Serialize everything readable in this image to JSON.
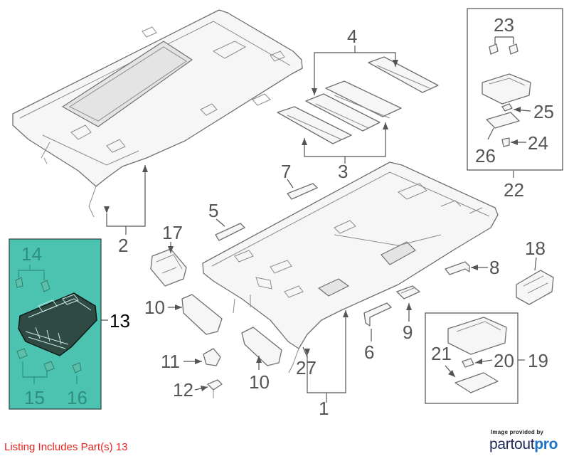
{
  "diagram": {
    "callouts": [
      "1",
      "2",
      "3",
      "4",
      "5",
      "6",
      "7",
      "8",
      "9",
      "10",
      "10",
      "11",
      "12",
      "13",
      "14",
      "15",
      "16",
      "17",
      "18",
      "19",
      "20",
      "21",
      "22",
      "23",
      "24",
      "25",
      "26",
      "27"
    ],
    "highlight_color": "#4cc3b1"
  },
  "listing": {
    "text": "Listing Includes Part(s) 13",
    "color": "#e8231d"
  },
  "credit": {
    "provided_by": "Image provided by",
    "brand_prefix": "partout",
    "brand_suffix": "pro"
  }
}
